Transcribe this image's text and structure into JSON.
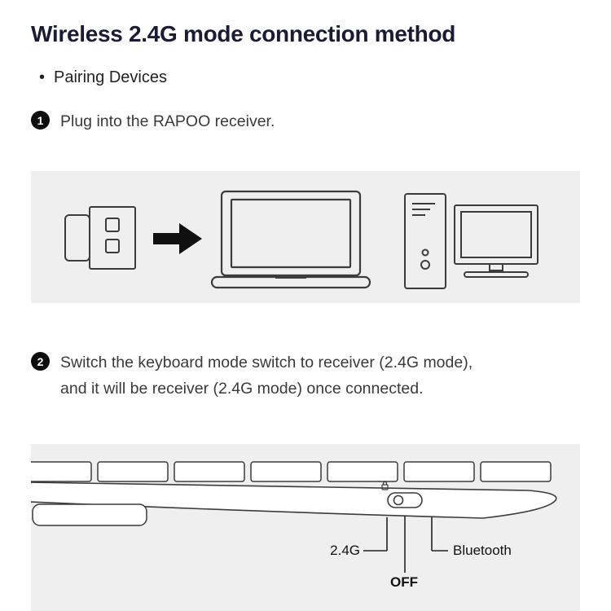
{
  "page": {
    "title": "Wireless 2.4G mode connection method",
    "bullet_glyph": "•",
    "bullet_item": "Pairing Devices",
    "step1": {
      "number": "1",
      "text": "Plug into the RAPOO receiver."
    },
    "step2": {
      "number": "2",
      "text": "Switch the keyboard mode switch to receiver (2.4G mode),\nand it will be receiver (2.4G mode) once connected."
    },
    "switch_labels": {
      "left": "2.4G",
      "center": "OFF",
      "right": "Bluetooth"
    },
    "colors": {
      "title": "#1b1b33",
      "body_text": "#3a3a3a",
      "panel_bg": "#efefef",
      "stroke": "#3c3c3c",
      "step_circle": "#0d0d0d"
    },
    "icons": {
      "usb_receiver": "usb-receiver-icon",
      "arrow": "arrow-right-icon",
      "laptop": "laptop-icon",
      "desktop_tower": "desktop-tower-icon",
      "monitor": "monitor-icon",
      "keyboard_side": "keyboard-side-icon",
      "mode_switch": "mode-switch-icon",
      "lock": "lock-icon"
    }
  }
}
